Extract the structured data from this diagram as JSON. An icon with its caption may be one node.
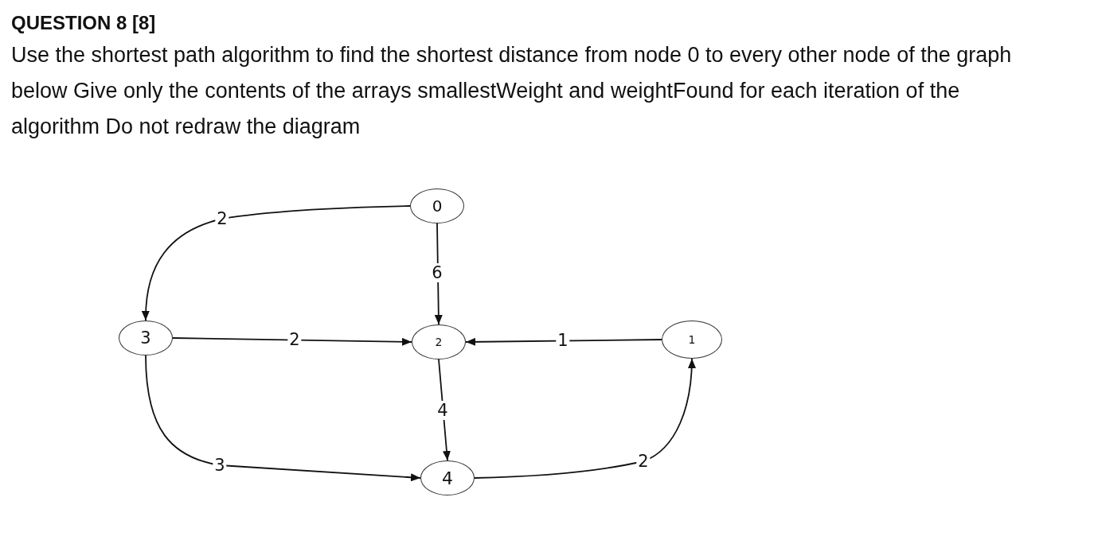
{
  "diagram": {
    "title": "QUESTION 8 [8]",
    "nodes": [
      {
        "text": [
          "0"
        ]
      },
      {
        "text": [
          "3"
        ]
      },
      {
        "text": [
          "2"
        ]
      },
      {
        "text": [
          "1"
        ]
      },
      {
        "text": [
          "4"
        ]
      }
    ],
    "edges": [
      {
        "from": 0,
        "to": 1,
        "arrow": "to",
        "label": "2"
      },
      {
        "from": 0,
        "to": 2,
        "arrow": "to",
        "label": "6"
      },
      {
        "from": 1,
        "to": 2,
        "arrow": "to",
        "label": "2"
      },
      {
        "from": 3,
        "to": 2,
        "arrow": "to",
        "label": "1"
      },
      {
        "from": 2,
        "to": 4,
        "arrow": "to",
        "label": "4"
      },
      {
        "from": 1,
        "to": 4,
        "arrow": "to",
        "label": "3"
      },
      {
        "from": 4,
        "to": 3,
        "arrow": "to",
        "label": "2"
      }
    ],
    "labels": [
      "Use the shortest path algorithm to find the shortest distance from node 0 to every other node of the graph below Give only the contents of the arrays smallestWeight and weightFound for each iteration of the algorithm Do not redraw the diagram"
    ]
  }
}
